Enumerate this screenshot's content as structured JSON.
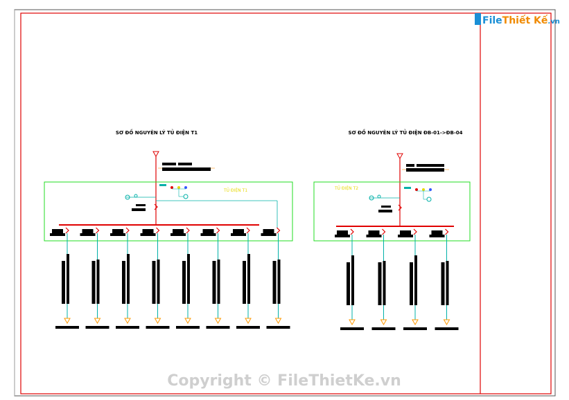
{
  "logo": {
    "brand_text": "FileThiếtKế.vn",
    "brand_blue": "File",
    "brand_orange": "Thiết Kế",
    "suffix": ".vn"
  },
  "diagram_left": {
    "title": "SƠ ĐỒ NGUYÊN LÝ TỦ ĐIỆN T1",
    "panel_label": "TỦ ĐIỆN T1",
    "feeder_count": 8
  },
  "diagram_right": {
    "title": "SƠ ĐỒ NGUYÊN LÝ TỦ ĐIỆN ĐB-01->ĐB-04",
    "panel_label": "TỦ ĐIỆN T2",
    "feeder_count": 4
  },
  "watermark": "Copyright © FileThietKe.vn",
  "colors": {
    "frame_red": "#e00000",
    "panel_green": "#22dd22",
    "busbar_red": "#e00000",
    "feeder_cyan": "#00b0a8",
    "arrow_orange": "#ff9900",
    "panel_label_yellow": "#e6d800",
    "logo_blue": "#1a8fd6",
    "logo_orange": "#f08a00"
  }
}
